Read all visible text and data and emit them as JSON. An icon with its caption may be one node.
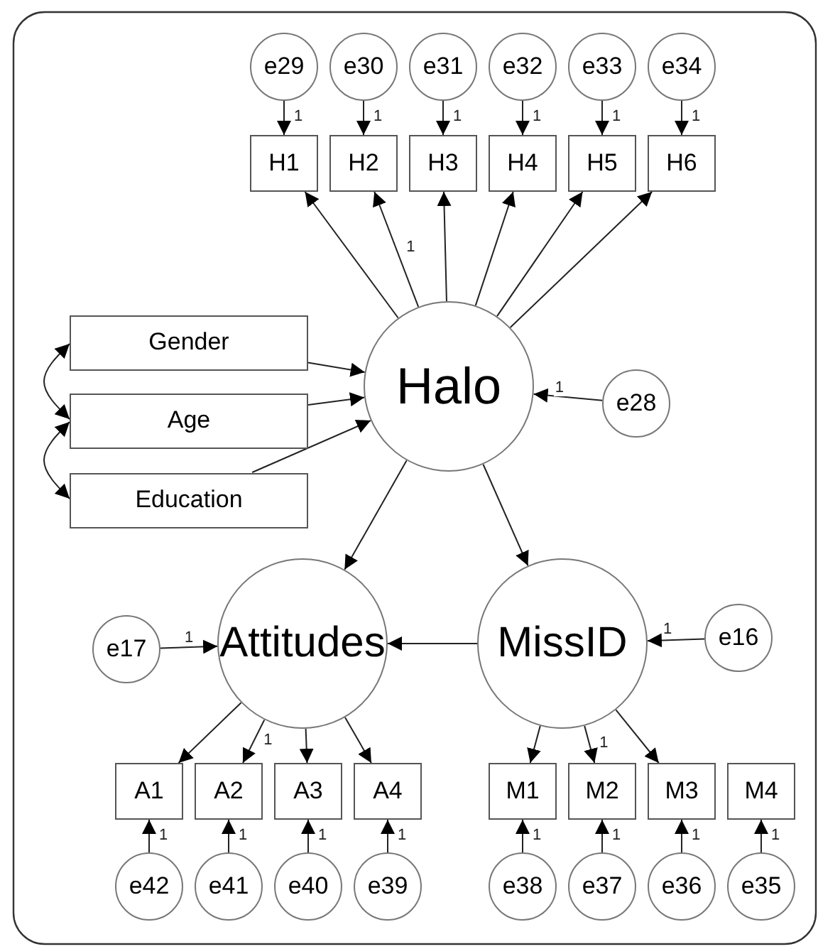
{
  "diagram": {
    "nodes": [
      {
        "text": [
          "e29"
        ]
      },
      {
        "text": [
          "e30"
        ]
      },
      {
        "text": [
          "e31"
        ]
      },
      {
        "text": [
          "e32"
        ]
      },
      {
        "text": [
          "e33"
        ]
      },
      {
        "text": [
          "e34"
        ]
      },
      {
        "text": [
          "H1"
        ]
      },
      {
        "text": [
          "H2"
        ]
      },
      {
        "text": [
          "H3"
        ]
      },
      {
        "text": [
          "H4"
        ]
      },
      {
        "text": [
          "H5"
        ]
      },
      {
        "text": [
          "H6"
        ]
      },
      {
        "text": [
          "Gender"
        ]
      },
      {
        "text": [
          "Age"
        ]
      },
      {
        "text": [
          "Education"
        ]
      },
      {
        "text": [
          "Halo"
        ]
      },
      {
        "text": [
          "e28"
        ]
      },
      {
        "text": [
          "e17"
        ]
      },
      {
        "text": [
          "Attitudes"
        ]
      },
      {
        "text": [
          "MissID"
        ]
      },
      {
        "text": [
          "e16"
        ]
      },
      {
        "text": [
          "A1"
        ]
      },
      {
        "text": [
          "A2"
        ]
      },
      {
        "text": [
          "A3"
        ]
      },
      {
        "text": [
          "A4"
        ]
      },
      {
        "text": [
          "M1"
        ]
      },
      {
        "text": [
          "M2"
        ]
      },
      {
        "text": [
          "M3"
        ]
      },
      {
        "text": [
          "M4"
        ]
      },
      {
        "text": [
          "e42"
        ]
      },
      {
        "text": [
          "e41"
        ]
      },
      {
        "text": [
          "e40"
        ]
      },
      {
        "text": [
          "e39"
        ]
      },
      {
        "text": [
          "e38"
        ]
      },
      {
        "text": [
          "e37"
        ]
      },
      {
        "text": [
          "e36"
        ]
      },
      {
        "text": [
          "e35"
        ]
      }
    ],
    "edges": [
      {
        "from": 0,
        "to": 6,
        "arrow": "to",
        "label": "1"
      },
      {
        "from": 1,
        "to": 7,
        "arrow": "to",
        "label": "1"
      },
      {
        "from": 2,
        "to": 8,
        "arrow": "to",
        "label": "1"
      },
      {
        "from": 3,
        "to": 9,
        "arrow": "to",
        "label": "1"
      },
      {
        "from": 4,
        "to": 10,
        "arrow": "to",
        "label": "1"
      },
      {
        "from": 5,
        "to": 11,
        "arrow": "to",
        "label": "1"
      },
      {
        "from": 15,
        "to": 6,
        "arrow": "to"
      },
      {
        "from": 15,
        "to": 7,
        "arrow": "to",
        "label": "1"
      },
      {
        "from": 15,
        "to": 8,
        "arrow": "to"
      },
      {
        "from": 15,
        "to": 9,
        "arrow": "to"
      },
      {
        "from": 15,
        "to": 10,
        "arrow": "to"
      },
      {
        "from": 15,
        "to": 11,
        "arrow": "to"
      },
      {
        "from": 12,
        "to": 15,
        "arrow": "to"
      },
      {
        "from": 13,
        "to": 15,
        "arrow": "to"
      },
      {
        "from": 14,
        "to": 15,
        "arrow": "to"
      },
      {
        "from": 12,
        "to": 13,
        "arrow": "both"
      },
      {
        "from": 13,
        "to": 14,
        "arrow": "both"
      },
      {
        "from": 16,
        "to": 15,
        "arrow": "to",
        "label": "1"
      },
      {
        "from": 15,
        "to": 18,
        "arrow": "to"
      },
      {
        "from": 15,
        "to": 19,
        "arrow": "to"
      },
      {
        "from": 19,
        "to": 18,
        "arrow": "to"
      },
      {
        "from": 17,
        "to": 18,
        "arrow": "to",
        "label": "1"
      },
      {
        "from": 20,
        "to": 19,
        "arrow": "to",
        "label": "1"
      },
      {
        "from": 18,
        "to": 21,
        "arrow": "to"
      },
      {
        "from": 18,
        "to": 22,
        "arrow": "to",
        "label": "1"
      },
      {
        "from": 18,
        "to": 23,
        "arrow": "to"
      },
      {
        "from": 18,
        "to": 24,
        "arrow": "to"
      },
      {
        "from": 19,
        "to": 25,
        "arrow": "to"
      },
      {
        "from": 19,
        "to": 26,
        "arrow": "to",
        "label": "1"
      },
      {
        "from": 19,
        "to": 27,
        "arrow": "to"
      },
      {
        "from": 29,
        "to": 21,
        "arrow": "to",
        "label": "1"
      },
      {
        "from": 30,
        "to": 22,
        "arrow": "to",
        "label": "1"
      },
      {
        "from": 31,
        "to": 23,
        "arrow": "to",
        "label": "1"
      },
      {
        "from": 32,
        "to": 24,
        "arrow": "to",
        "label": "1"
      },
      {
        "from": 33,
        "to": 25,
        "arrow": "to",
        "label": "1"
      },
      {
        "from": 34,
        "to": 26,
        "arrow": "to",
        "label": "1"
      },
      {
        "from": 35,
        "to": 27,
        "arrow": "to",
        "label": "1"
      },
      {
        "from": 36,
        "to": 28,
        "arrow": "to",
        "label": "1"
      }
    ]
  }
}
